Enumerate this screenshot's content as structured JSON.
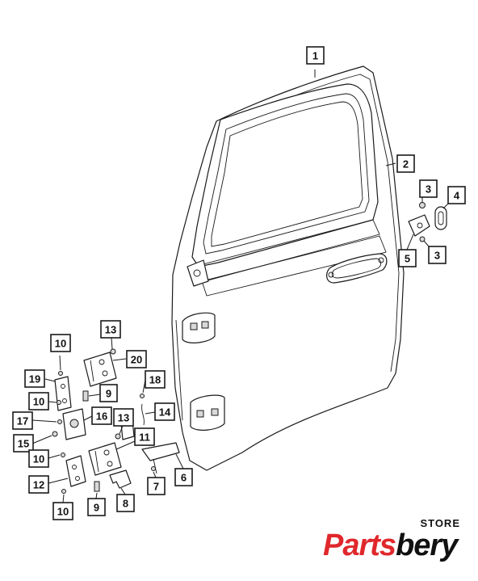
{
  "diagram": {
    "callouts": [
      "1",
      "2",
      "3",
      "4",
      "3",
      "5",
      "13",
      "10",
      "20",
      "19",
      "9",
      "18",
      "10",
      "16",
      "14",
      "17",
      "13",
      "11",
      "15",
      "10",
      "12",
      "7",
      "6",
      "8",
      "10",
      "9"
    ]
  },
  "logo": {
    "store": "STORE",
    "brand_red": "Parts",
    "brand_dark": "bery",
    "colors": {
      "red": "#e0282c",
      "dark": "#111111"
    }
  }
}
